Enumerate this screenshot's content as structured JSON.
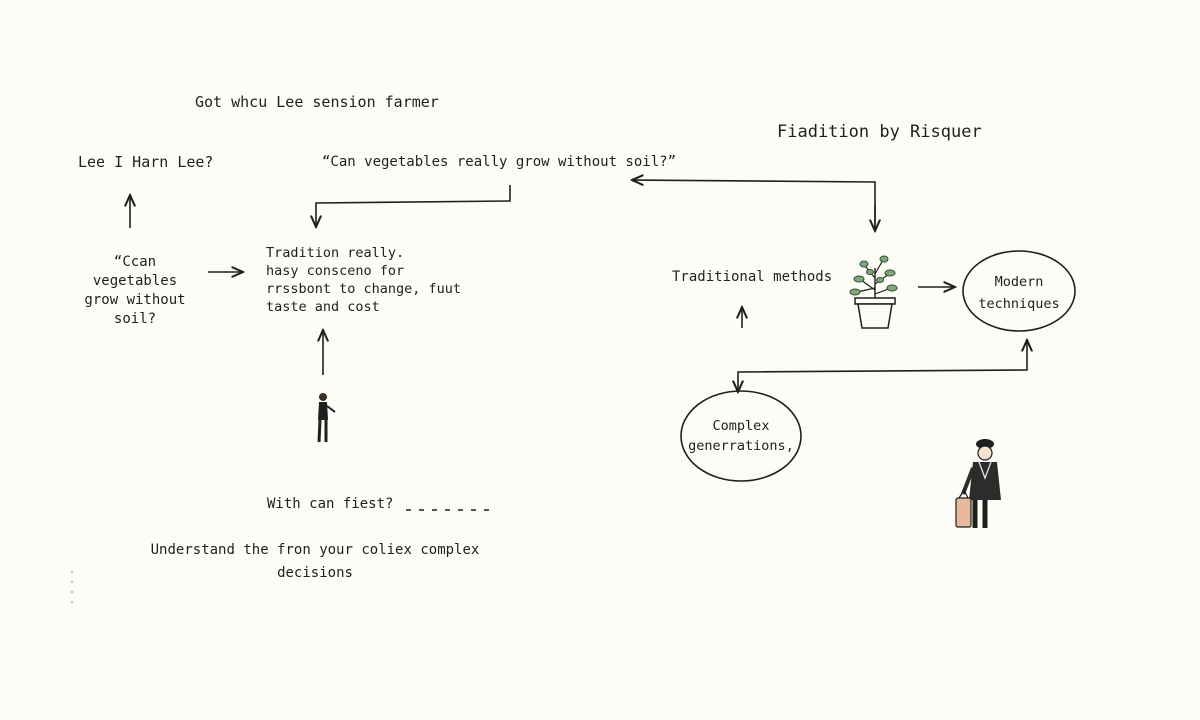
{
  "header": {
    "top_title": "Got whcu Lee sension farmer",
    "right_title": "Fiadition by Risquer"
  },
  "left": {
    "question_top": "Lee I Harn Lee?",
    "quote": "“Ccan vegetables\ngrow without\nsoil?"
  },
  "middle": {
    "quote_top": "“Can vegetables really grow without soil?”",
    "tradition_note": "Tradition really.\nhasy consceno for\nrrssbont to change, fuut\ntaste and cost",
    "question_bottom": "With can fiest?",
    "footer_note": "Understand the fron your coliex complex\ndecisions"
  },
  "right": {
    "traditional": "Traditional methods",
    "modern": "Modern\ntechniques",
    "complex": "Complex\ngenerrations,"
  },
  "icons": {
    "plant": "potted-plant-icon",
    "person_small": "standing-person-icon",
    "farmer": "farmer-with-bag-icon"
  },
  "colors": {
    "ink": "#1f1f1f",
    "background": "#fdfcf7",
    "leaf": "#7fa77b",
    "bag": "#e7b89a"
  }
}
